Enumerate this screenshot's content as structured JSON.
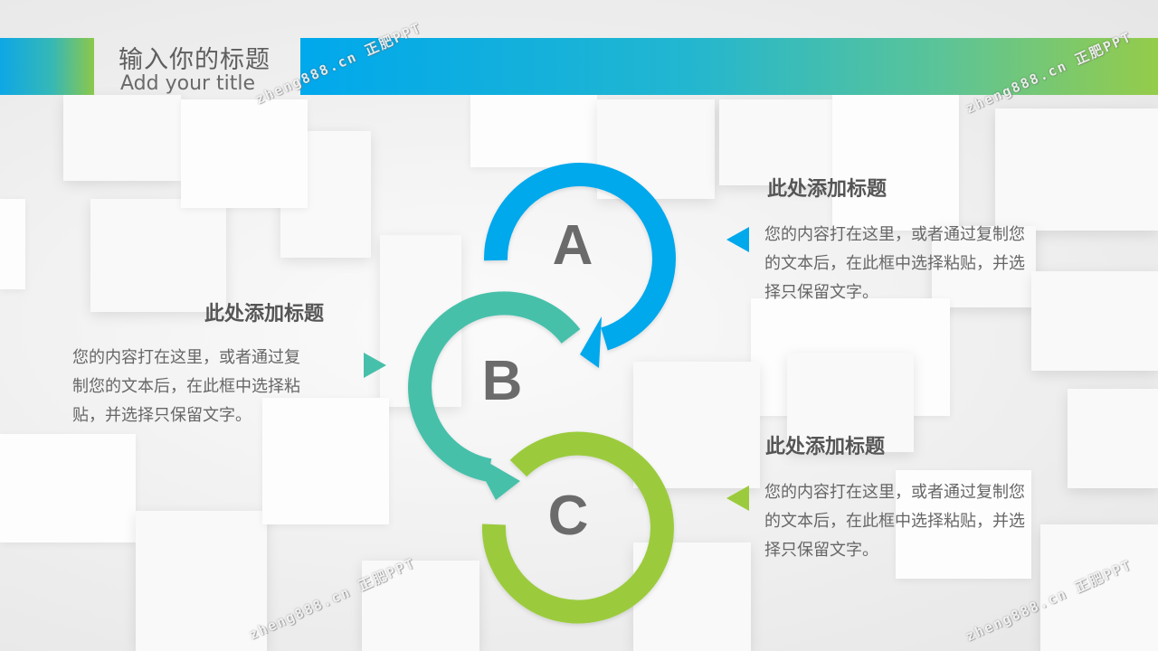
{
  "header": {
    "title_cn": "输入你的标题",
    "title_en": "Add your title"
  },
  "watermark": {
    "text": "zheng888.cn 正肥PPT"
  },
  "colors": {
    "blue": "#00a8ec",
    "teal": "#46c0aa",
    "green": "#9bcb3c",
    "letter": "#6b6b6b"
  },
  "circles": [
    {
      "letter": "A",
      "color": "#00a8ec"
    },
    {
      "letter": "B",
      "color": "#46c0aa"
    },
    {
      "letter": "C",
      "color": "#9bcb3c"
    }
  ],
  "blocks": {
    "a": {
      "heading": "此处添加标题",
      "lines": [
        "您的内容打在这里，或者通过复制您",
        "的文本后，在此框中选择粘贴，并选",
        "择只保留文字。"
      ]
    },
    "b": {
      "heading": "此处添加标题",
      "lines": [
        "您的内容打在这里，或者通过复",
        "制您的文本后，在此框中选择粘",
        "贴，并选择只保留文字。"
      ]
    },
    "c": {
      "heading": "此处添加标题",
      "lines": [
        "您的内容打在这里，或者通过复制您",
        "的文本后，在此框中选择粘贴，并选",
        "择只保留文字。"
      ]
    }
  }
}
